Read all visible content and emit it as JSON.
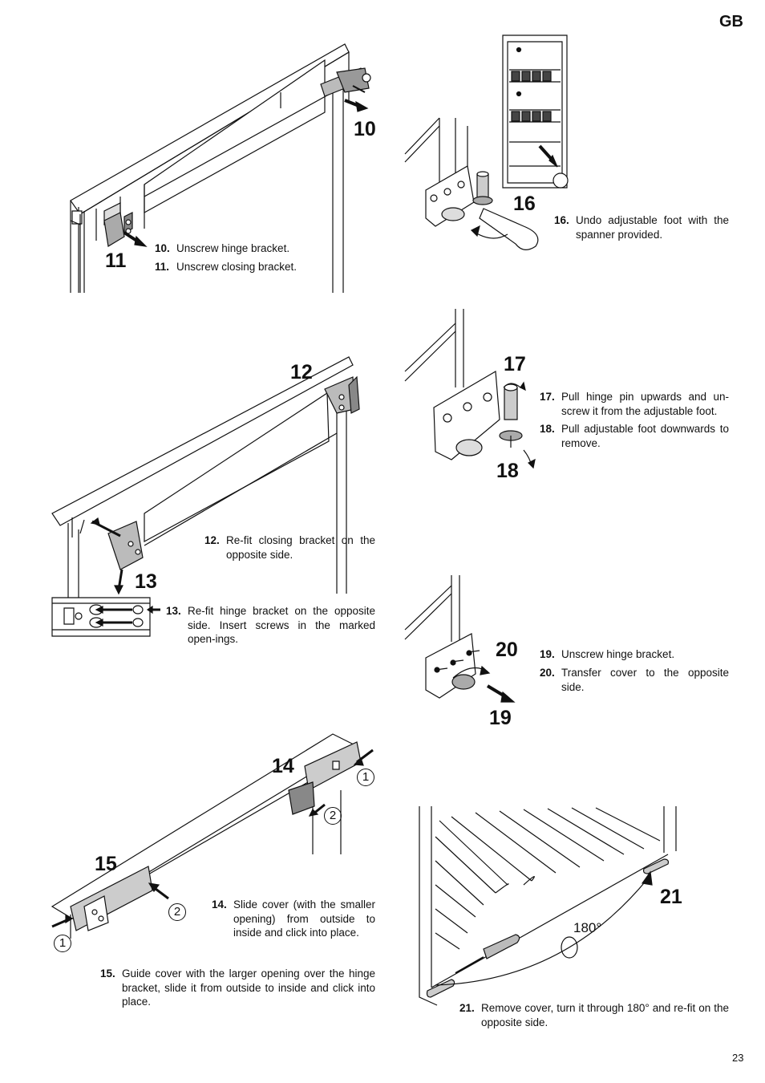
{
  "header": {
    "language_code": "GB"
  },
  "footer": {
    "page_number": "23"
  },
  "figures": {
    "f10": "10",
    "f11": "11",
    "f12": "12",
    "f13": "13",
    "f14": "14",
    "f15": "15",
    "f16": "16",
    "f17": "17",
    "f18": "18",
    "f19": "19",
    "f20": "20",
    "f21": "21",
    "angle": "180°",
    "circ1a": "1",
    "circ2a": "2",
    "circ1b": "1",
    "circ2b": "2"
  },
  "steps": [
    {
      "num": "10.",
      "text": "Unscrew hinge bracket."
    },
    {
      "num": "11.",
      "text": "Unscrew closing bracket."
    },
    {
      "num": "16.",
      "text": "Undo adjustable foot with the spanner provided."
    },
    {
      "num": "17.",
      "text": "Pull hinge pin upwards and un-screw it from the adjustable foot."
    },
    {
      "num": "18.",
      "text": "Pull adjustable foot downwards to remove."
    },
    {
      "num": "12.",
      "text": "Re-fit closing bracket on the opposite side."
    },
    {
      "num": "13.",
      "text": "Re-fit hinge bracket on the opposite side. Insert screws in the marked open-ings."
    },
    {
      "num": "19.",
      "text": "Unscrew hinge bracket."
    },
    {
      "num": "20.",
      "text": "Transfer cover to the opposite side."
    },
    {
      "num": "14.",
      "text": "Slide cover (with the smaller opening) from outside to inside and click into place."
    },
    {
      "num": "15.",
      "text": "Guide cover with the larger opening over the hinge bracket, slide it from outside to inside and click into place."
    },
    {
      "num": "21.",
      "text": "Remove cover, turn it through 180° and re-fit on the opposite side."
    }
  ]
}
